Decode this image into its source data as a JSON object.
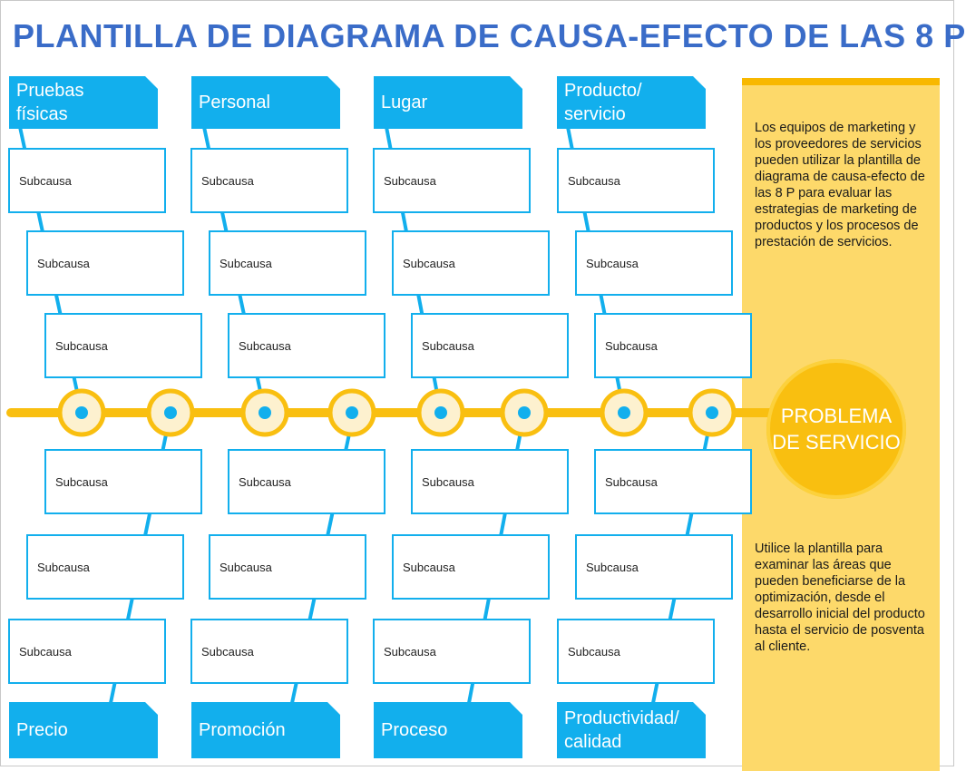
{
  "title": "PLANTILLA DE DIAGRAMA DE CAUSA-EFECTO DE LAS 8 P",
  "problem": {
    "line1": "PROBLEMA",
    "line2": "DE SERVICIO"
  },
  "side_text_1": "Los equipos de marketing y los proveedores de servicios pueden utilizar la plantilla de diagrama de causa-efecto de las 8 P para evaluar las estrategias de marketing de productos y los procesos de prestación de servicios.",
  "side_text_2": "Utilice la plantilla para examinar las áreas que pueden beneficiarse de la optimización, desde el desarrollo inicial del producto hasta el servicio de posventa al cliente.",
  "subcause_label": "Subcausa",
  "top_categories": [
    {
      "line1": "Pruebas",
      "line2": "físicas"
    },
    {
      "line1": "Personal",
      "line2": ""
    },
    {
      "line1": "Lugar",
      "line2": ""
    },
    {
      "line1": "Producto/",
      "line2": "servicio"
    }
  ],
  "bottom_categories": [
    {
      "line1": "Precio",
      "line2": ""
    },
    {
      "line1": "Promoción",
      "line2": ""
    },
    {
      "line1": "Proceso",
      "line2": ""
    },
    {
      "line1": "Productividad/",
      "line2": "calidad"
    }
  ],
  "colors": {
    "accent_blue": "#12afed",
    "title_blue": "#3a6cc8",
    "spine_yellow": "#f9bf10",
    "panel_yellow": "#fdd96a",
    "node_fill": "#fdf1cf"
  }
}
